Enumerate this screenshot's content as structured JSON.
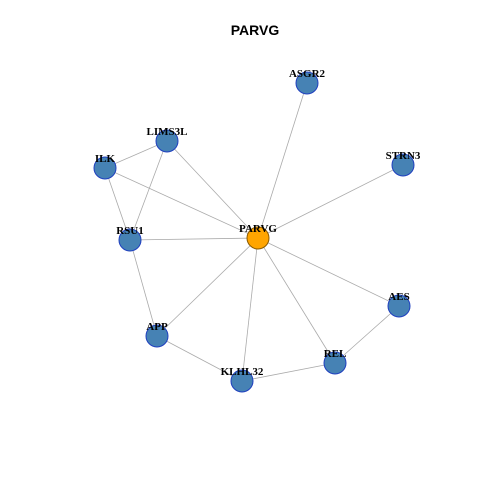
{
  "title": "PARVG",
  "colors": {
    "node": "#4682b4",
    "node_border": "#1f3fbf",
    "center_node": "#ffa500",
    "edge": "#aaaaaa"
  },
  "nodes": [
    {
      "id": "PARVG",
      "label": "PARVG",
      "center": true
    },
    {
      "id": "ASGR2",
      "label": "ASGR2"
    },
    {
      "id": "STRN3",
      "label": "STRN3"
    },
    {
      "id": "LIMS3L",
      "label": "LIMS3L"
    },
    {
      "id": "ILK",
      "label": "ILK"
    },
    {
      "id": "RSU1",
      "label": "RSU1"
    },
    {
      "id": "AES",
      "label": "AES"
    },
    {
      "id": "APP",
      "label": "APP"
    },
    {
      "id": "REL",
      "label": "REL"
    },
    {
      "id": "KLHL32",
      "label": "KLHL32"
    }
  ],
  "edges": [
    [
      "PARVG",
      "ASGR2"
    ],
    [
      "PARVG",
      "STRN3"
    ],
    [
      "PARVG",
      "ILK"
    ],
    [
      "PARVG",
      "LIMS3L"
    ],
    [
      "PARVG",
      "RSU1"
    ],
    [
      "PARVG",
      "AES"
    ],
    [
      "PARVG",
      "APP"
    ],
    [
      "PARVG",
      "REL"
    ],
    [
      "PARVG",
      "KLHL32"
    ],
    [
      "ILK",
      "LIMS3L"
    ],
    [
      "ILK",
      "RSU1"
    ],
    [
      "LIMS3L",
      "RSU1"
    ],
    [
      "RSU1",
      "APP"
    ],
    [
      "APP",
      "KLHL32"
    ],
    [
      "KLHL32",
      "REL"
    ],
    [
      "REL",
      "AES"
    ]
  ]
}
